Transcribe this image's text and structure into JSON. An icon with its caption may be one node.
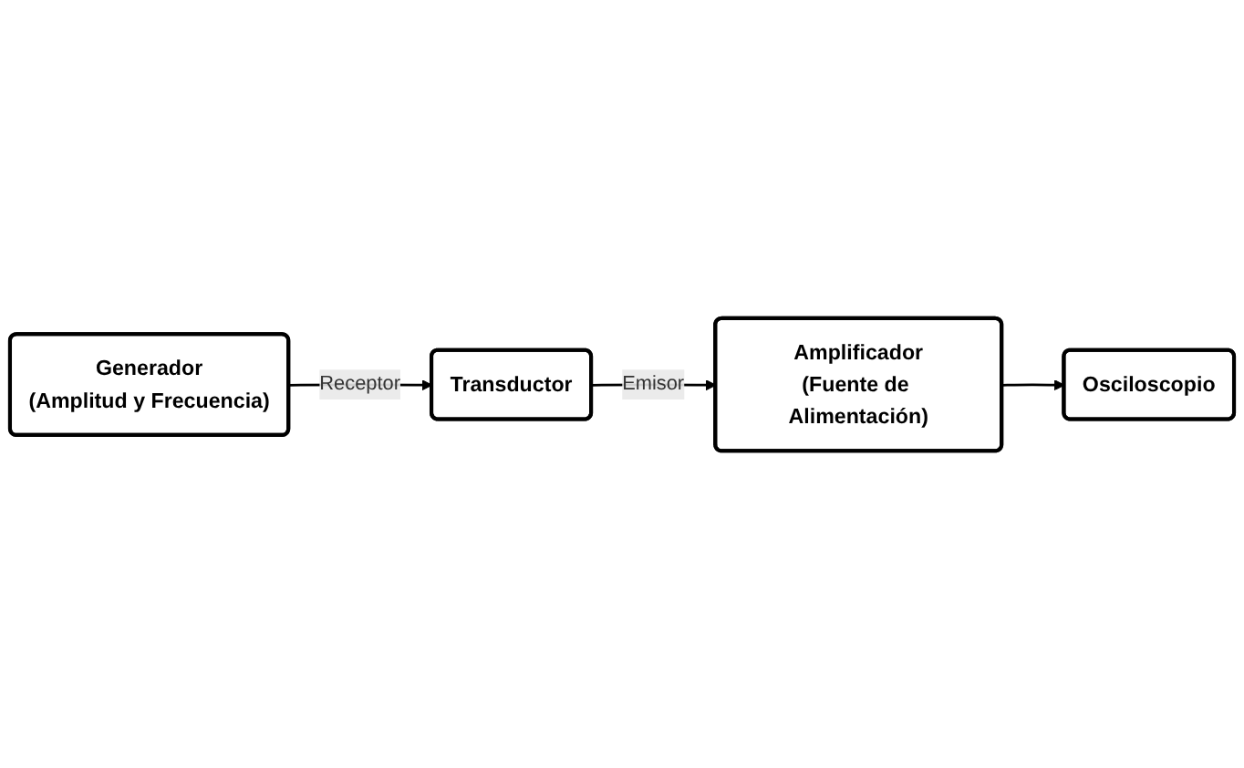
{
  "diagram": {
    "nodes": [
      {
        "text": [
          "Transductor"
        ]
      },
      {
        "text": [
          "Amplificador",
          "(Fuente de Alimentación)"
        ]
      },
      {
        "text": [
          "Generador",
          "(Amplitud y Frecuencia)"
        ]
      },
      {
        "text": [
          "Osciloscopio"
        ]
      }
    ],
    "edges": [
      {
        "from": 2,
        "to": 0,
        "label": "Receptor",
        "arrow": "to"
      },
      {
        "from": 0,
        "to": 1,
        "label": "Emisor",
        "arrow": "to"
      },
      {
        "from": 1,
        "to": 3,
        "arrow": "to"
      }
    ]
  }
}
